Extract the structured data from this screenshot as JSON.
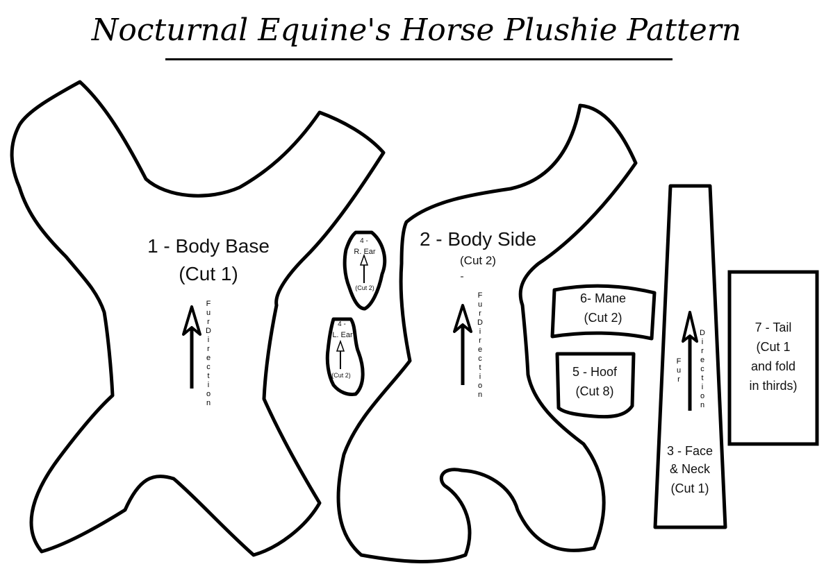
{
  "title": "Nocturnal Equine's Horse Plushie Pattern",
  "pieces": {
    "body_base": {
      "label": "1 - Body Base",
      "cut": "(Cut 1)"
    },
    "body_side": {
      "label": "2 - Body Side",
      "cut": "(Cut 2)"
    },
    "face_neck": {
      "label_line1": "3 - Face",
      "label_line2": "& Neck",
      "cut": "(Cut 1)"
    },
    "right_ear": {
      "number": "4 -",
      "label": "R. Ear",
      "cut": "(Cut 2)"
    },
    "left_ear": {
      "number": "4 -",
      "label": "L. Ear",
      "cut": "(Cut 2)"
    },
    "hoof": {
      "label": "5 - Hoof",
      "cut": "(Cut 8)"
    },
    "mane": {
      "label": "6- Mane",
      "cut": "(Cut 2)"
    },
    "tail": {
      "label": "7 - Tail",
      "line2": "(Cut 1",
      "line3": "and fold",
      "line4": "in thirds)"
    }
  },
  "fur_direction": {
    "word1": "Fur",
    "word2": "Direction",
    "body_base": "F\nu\nr\nD\ni\nr\ne\nc\nt\ni\no\nn",
    "body_side": "F\nu\nr\nD\ni\nr\ne\nc\nt\ni\no\nn",
    "face_fur": "F\nu\nr",
    "face_direction": "D\ni\nr\ne\nc\nt\ni\no\nn"
  }
}
